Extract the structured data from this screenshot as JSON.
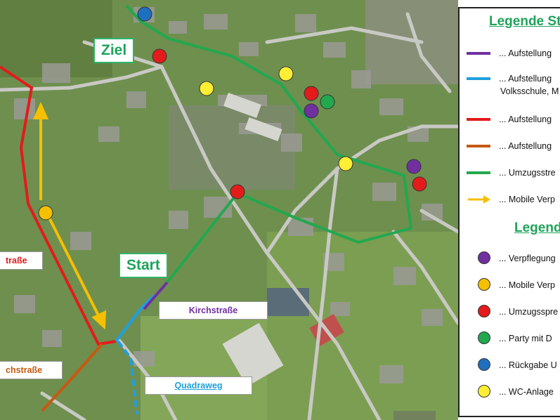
{
  "map": {
    "labels": {
      "ziel": "Ziel",
      "start": "Start",
      "kirchstrasse": "Kirchstraße",
      "quadraweg": "Quadraweg",
      "strasse_left": "traße",
      "strasse_bottom_left": "chstraße"
    },
    "colors": {
      "purple": "#7030a0",
      "blue": "#1fa0dc",
      "red": "#e31b1b",
      "orange": "#c55a11",
      "green": "#22a84e",
      "yellow": "#f5c000",
      "water_blue": "#1f6fbf",
      "wc_yellow": "#ffee33"
    },
    "markers": [
      {
        "type": "return",
        "color": "#1f6fbf"
      },
      {
        "type": "parade-spectator",
        "color": "#e31b1b"
      },
      {
        "type": "parade-spectator",
        "color": "#e31b1b"
      },
      {
        "type": "parade-spectator",
        "color": "#e31b1b"
      },
      {
        "type": "parade-spectator",
        "color": "#e31b1b"
      },
      {
        "type": "wc",
        "color": "#ffee33"
      },
      {
        "type": "wc",
        "color": "#ffee33"
      },
      {
        "type": "wc",
        "color": "#ffee33"
      },
      {
        "type": "catering",
        "color": "#7030a0"
      },
      {
        "type": "catering",
        "color": "#7030a0"
      },
      {
        "type": "party",
        "color": "#22a84e"
      },
      {
        "type": "mobile-catering",
        "color": "#f5c000"
      }
    ]
  },
  "legend": {
    "title1": "Legende St",
    "title2": "Legend",
    "lines": [
      {
        "color": "#7030a0",
        "text": "... Aufstellung",
        "arrow": false
      },
      {
        "color": "#1fa0dc",
        "text": "... Aufstellung",
        "text2": "Volksschule, M",
        "arrow": false
      },
      {
        "color": "#e31b1b",
        "text": "... Aufstellung",
        "arrow": false
      },
      {
        "color": "#c55a11",
        "text": "... Aufstellung",
        "arrow": false
      },
      {
        "color": "#22a84e",
        "text": "... Umzugsstre",
        "arrow": false
      },
      {
        "color": "#f5c000",
        "text": "... Mobile Verp",
        "arrow": true
      }
    ],
    "points": [
      {
        "color": "#7030a0",
        "text": "... Verpflegung"
      },
      {
        "color": "#f5c000",
        "text": "... Mobile Verp"
      },
      {
        "color": "#e31b1b",
        "text": "... Umzugsspre"
      },
      {
        "color": "#22a84e",
        "text": "... Party mit D"
      },
      {
        "color": "#1f6fbf",
        "text": "... Rückgabe U"
      },
      {
        "color": "#ffee33",
        "text": "... WC-Anlage"
      }
    ]
  }
}
